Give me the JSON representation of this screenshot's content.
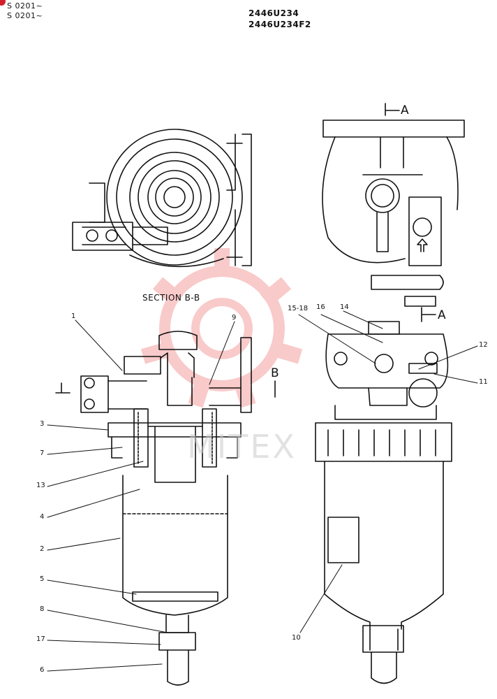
{
  "header": {
    "serial_lines": [
      "S 0201~",
      "S 0201~"
    ],
    "part_codes": [
      "2446U234",
      "2446U234F2"
    ]
  },
  "section_title": "SECTION B-B",
  "view_markers": {
    "section_a_top": "A",
    "section_a_bottom": "A",
    "section_b": "B"
  },
  "callouts": [
    "1",
    "9",
    "3",
    "7",
    "13",
    "4",
    "2",
    "5",
    "8",
    "17",
    "6",
    "15-18",
    "16",
    "14",
    "12",
    "11",
    "10"
  ],
  "watermark": "MITEX",
  "colors": {
    "line": "#111111",
    "watermark": "#e8433f",
    "marker": "#d2202a"
  }
}
